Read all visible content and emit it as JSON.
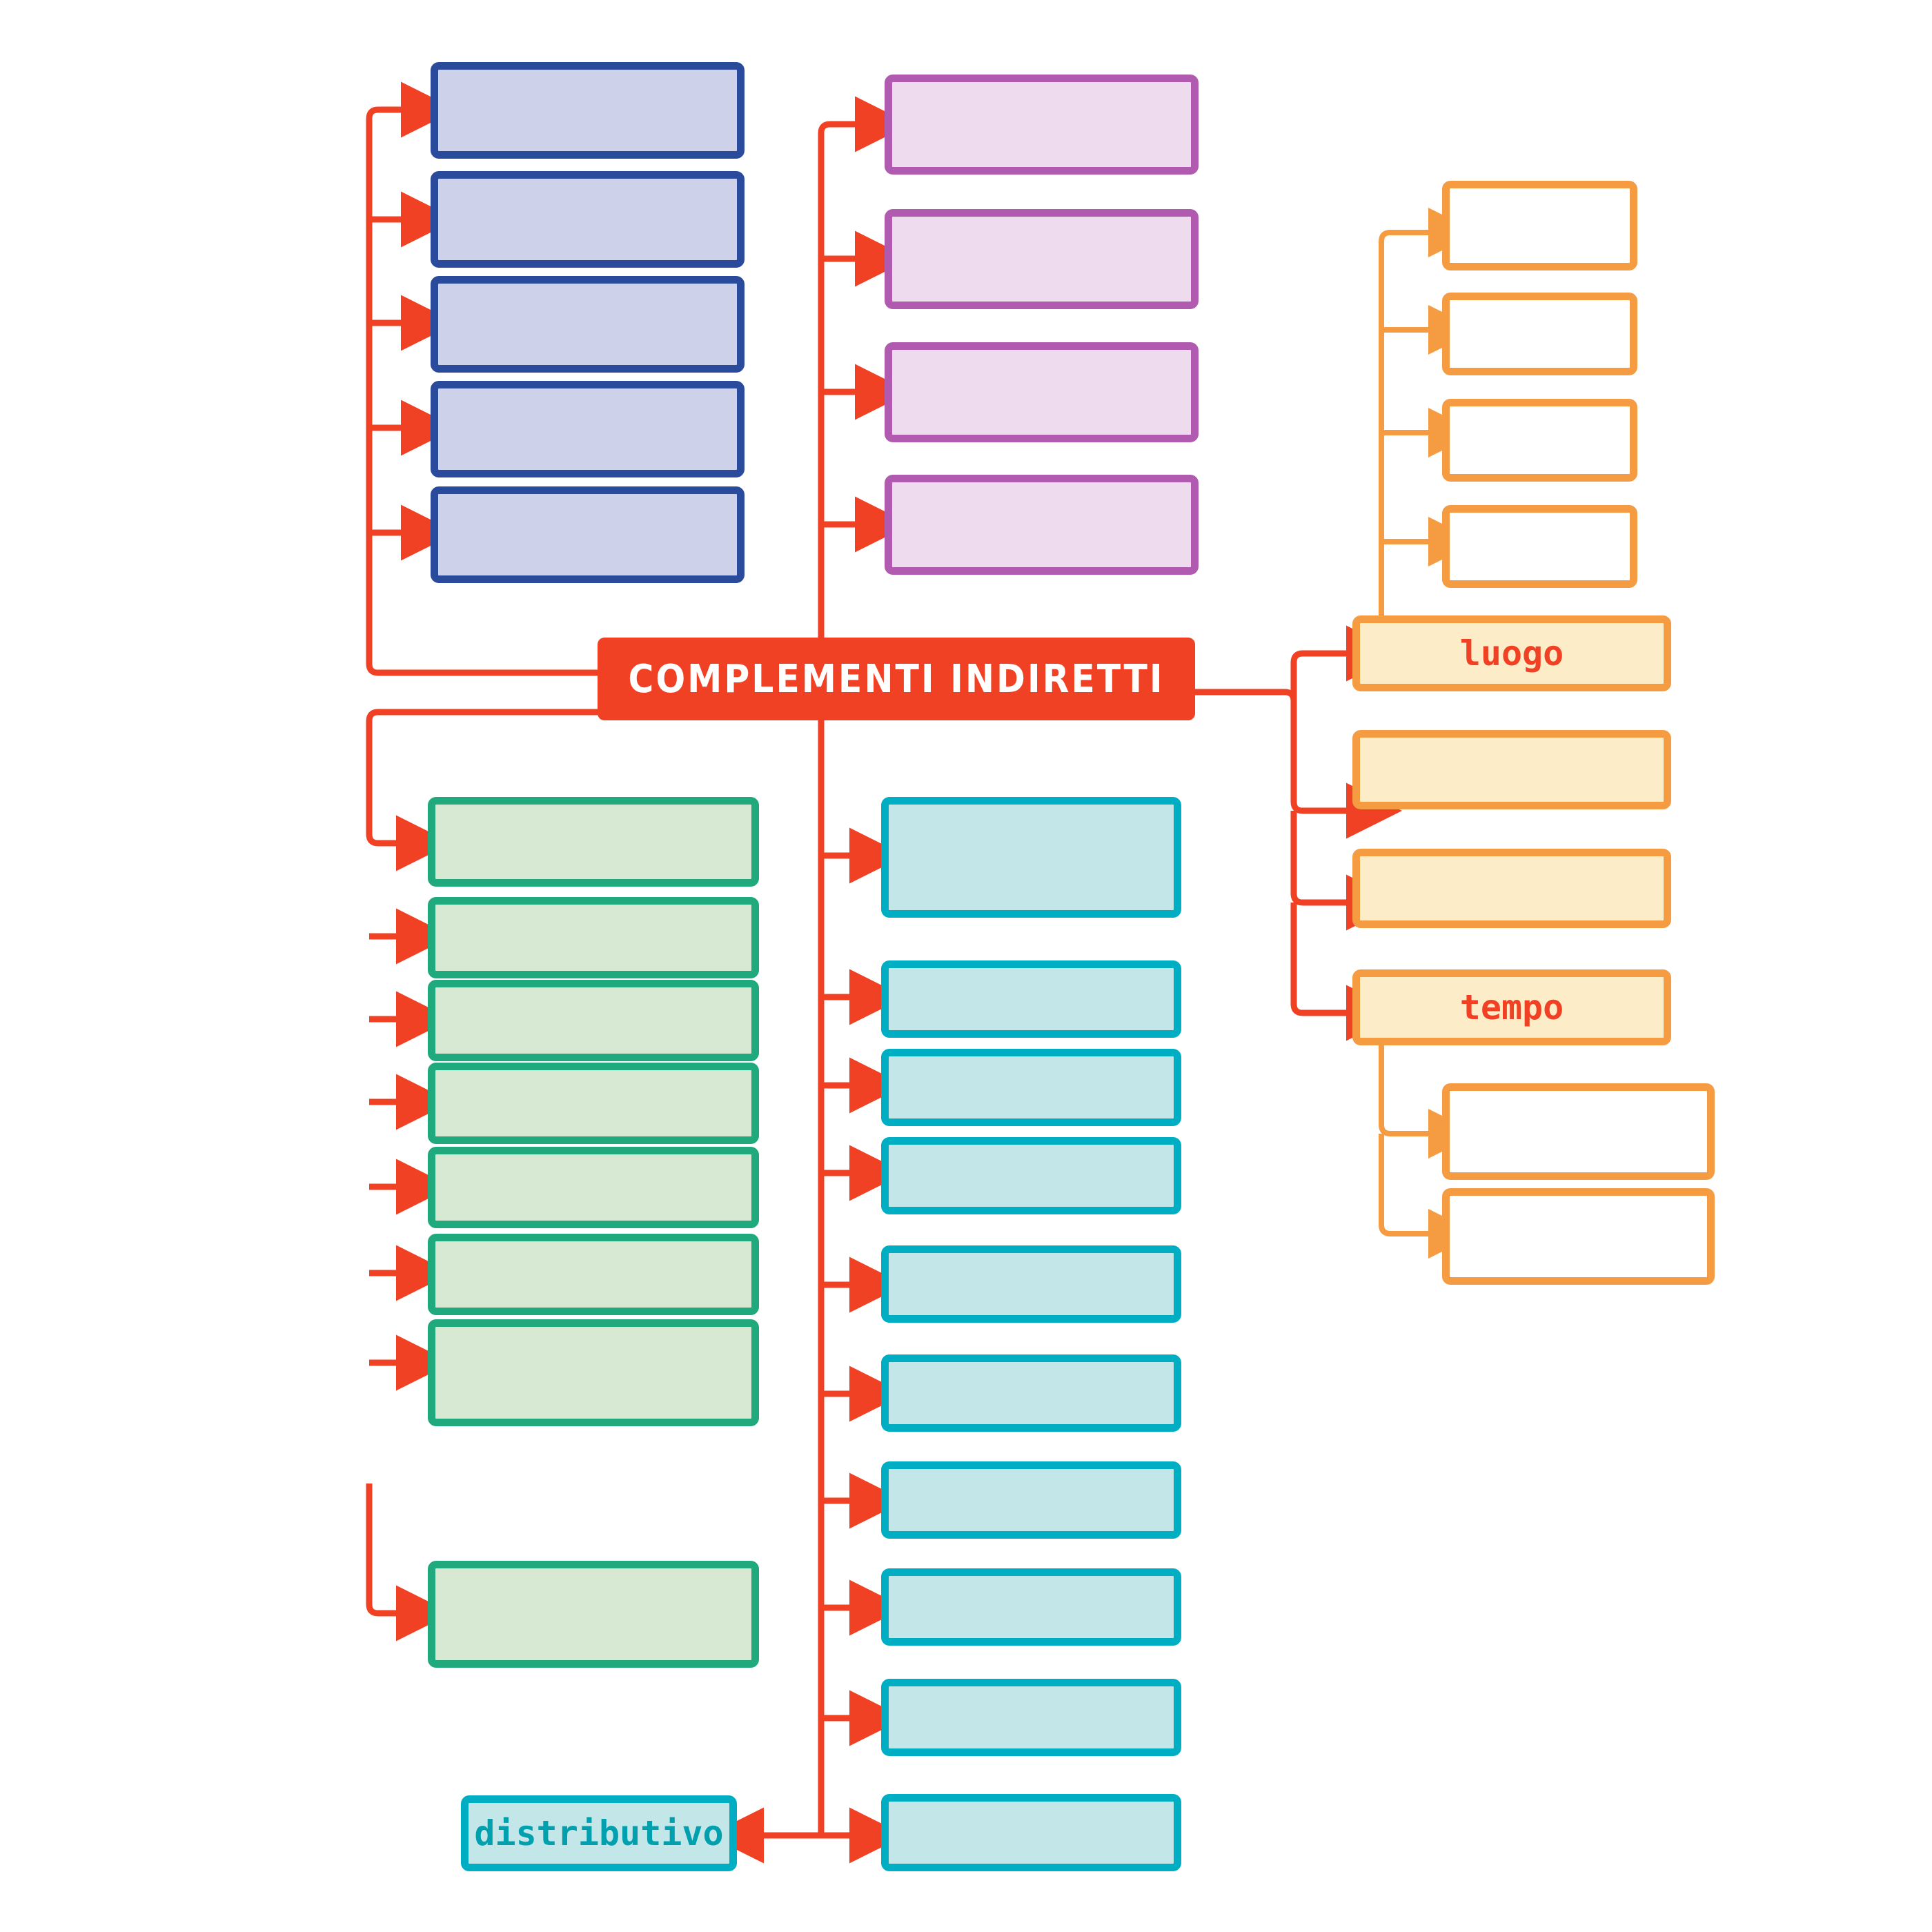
{
  "diagram": {
    "title": "COMPLEMENTI INDIRETTI",
    "language": "it",
    "kind": "mind-map",
    "center": {
      "label": "COMPLEMENTI INDIRETTI",
      "fill": "#F04124",
      "text_color": "#FFFFFF"
    },
    "colors": {
      "connector_red": "#F04124",
      "connector_orange": "#F59B41",
      "blue_border": "#2A4A9C",
      "blue_fill": "#CDD2EA",
      "purple_border": "#B05BB0",
      "purple_fill": "#EEDCEE",
      "green_border": "#1FA97C",
      "green_fill": "#D7E9D3",
      "cyan_border": "#00AEC4",
      "cyan_fill": "#C3E6E9",
      "orange_border": "#F59B41",
      "cream_fill": "#FDECC8",
      "hollow_fill": "#FFFFFF"
    },
    "branches": [
      {
        "name": "blue-branch",
        "position": "top-left",
        "style": "blue",
        "count": 5,
        "nodes": [
          {
            "label": ""
          },
          {
            "label": ""
          },
          {
            "label": ""
          },
          {
            "label": ""
          },
          {
            "label": ""
          }
        ]
      },
      {
        "name": "purple-branch",
        "position": "top-center",
        "style": "purple",
        "count": 4,
        "nodes": [
          {
            "label": ""
          },
          {
            "label": ""
          },
          {
            "label": ""
          },
          {
            "label": ""
          }
        ]
      },
      {
        "name": "green-branch",
        "position": "bottom-left",
        "style": "green",
        "count": 8,
        "nodes": [
          {
            "label": ""
          },
          {
            "label": ""
          },
          {
            "label": ""
          },
          {
            "label": ""
          },
          {
            "label": ""
          },
          {
            "label": ""
          },
          {
            "label": ""
          },
          {
            "label": ""
          }
        ]
      },
      {
        "name": "cyan-branch",
        "position": "bottom-center",
        "style": "cyan",
        "count": 11,
        "nodes": [
          {
            "label": ""
          },
          {
            "label": ""
          },
          {
            "label": ""
          },
          {
            "label": ""
          },
          {
            "label": ""
          },
          {
            "label": ""
          },
          {
            "label": ""
          },
          {
            "label": ""
          },
          {
            "label": ""
          },
          {
            "label": ""
          },
          {
            "label": ""
          }
        ]
      },
      {
        "name": "orange-branch",
        "position": "right",
        "style": "cream",
        "count": 4,
        "nodes": [
          {
            "label": "luogo",
            "children_count": 4,
            "children": [
              {
                "label": ""
              },
              {
                "label": ""
              },
              {
                "label": ""
              },
              {
                "label": ""
              }
            ]
          },
          {
            "label": "",
            "children_count": 0,
            "children": []
          },
          {
            "label": "",
            "children_count": 0,
            "children": []
          },
          {
            "label": "tempo",
            "children_count": 2,
            "children": [
              {
                "label": ""
              },
              {
                "label": ""
              }
            ]
          }
        ]
      }
    ],
    "standalone": {
      "name": "distributivo-node",
      "style": "cyan",
      "label": "distributivo",
      "text_color": "#00A0AF",
      "linked_to": "cyan-branch last node"
    }
  }
}
